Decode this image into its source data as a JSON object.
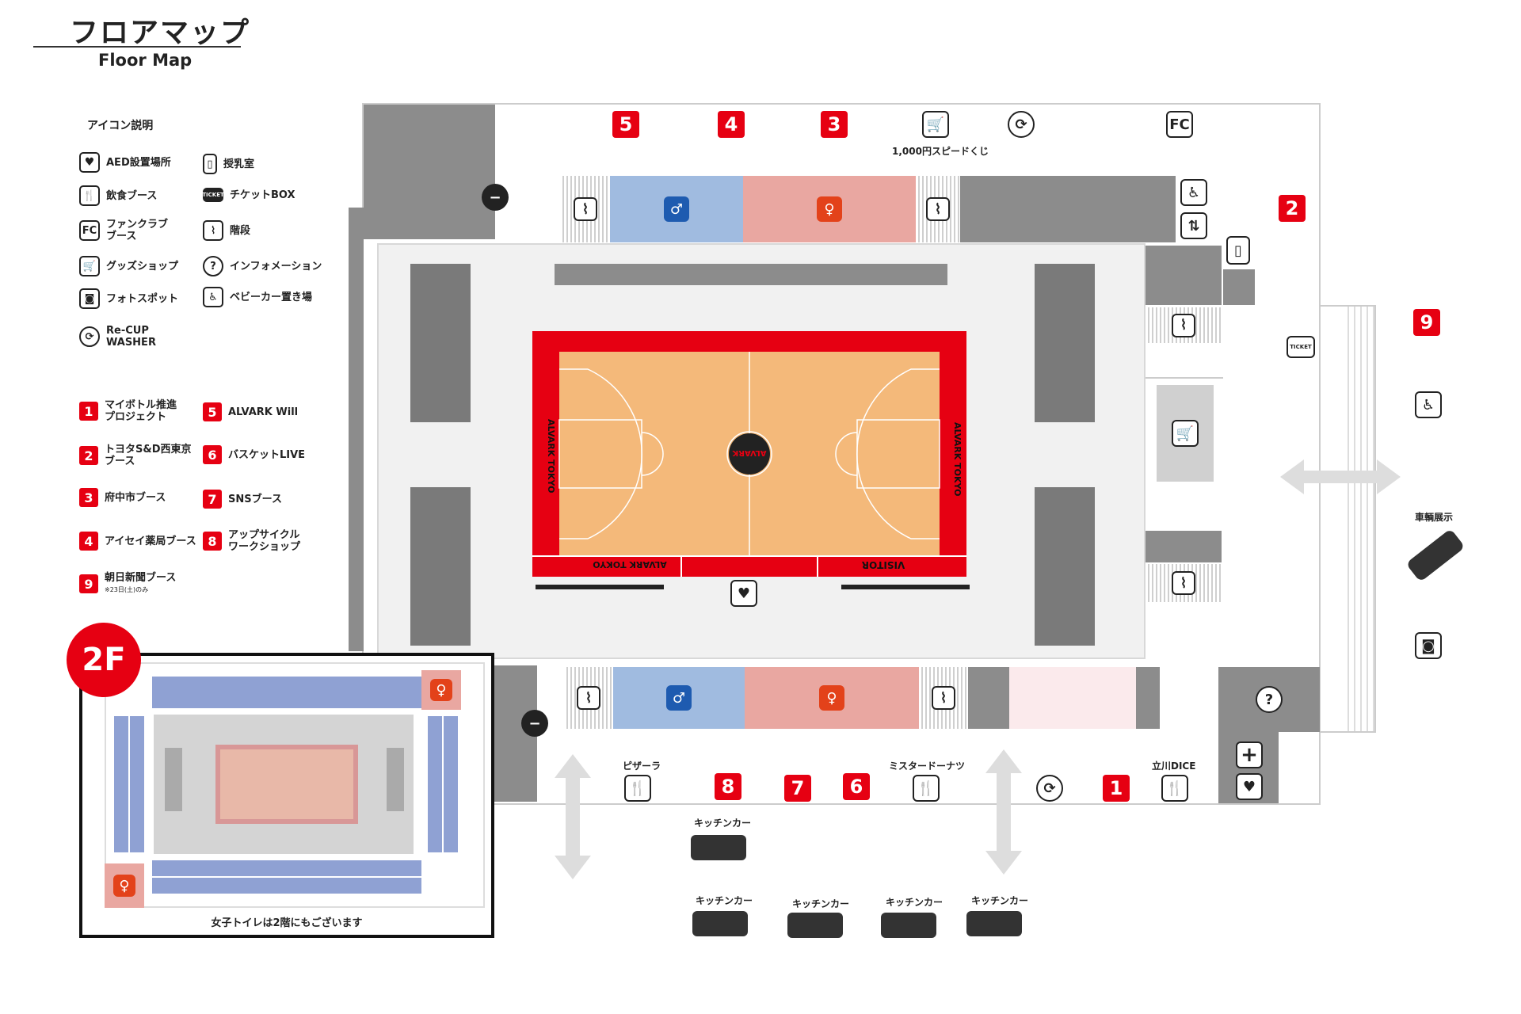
{
  "title": {
    "jp": "フロアマップ",
    "en": "Floor Map"
  },
  "legend": {
    "heading": "アイコン説明",
    "icons": [
      {
        "icon": "aed-icon",
        "label": "AED設置場所"
      },
      {
        "icon": "nursing-room-icon",
        "label": "授乳室"
      },
      {
        "icon": "food-icon",
        "label": "飲食ブース"
      },
      {
        "icon": "ticket-icon",
        "label": "チケットBOX"
      },
      {
        "icon": "fanclub-icon",
        "label": "ファンクラブ\nブース"
      },
      {
        "icon": "stairs-icon",
        "label": "階段"
      },
      {
        "icon": "cart-icon",
        "label": "グッズショップ"
      },
      {
        "icon": "info-icon",
        "label": "インフォメーション"
      },
      {
        "icon": "camera-icon",
        "label": "フォトスポット"
      },
      {
        "icon": "stroller-icon",
        "label": "ベビーカー置き場"
      },
      {
        "icon": "recup-icon",
        "label": "Re-CUP\nWASHER"
      }
    ],
    "booths": [
      {
        "num": "1",
        "label": "マイボトル推進\nプロジェクト"
      },
      {
        "num": "5",
        "label": "ALVARK Will"
      },
      {
        "num": "2",
        "label": "トヨタS&D西東京\nブース"
      },
      {
        "num": "6",
        "label": "バスケットLIVE"
      },
      {
        "num": "3",
        "label": "府中市ブース"
      },
      {
        "num": "7",
        "label": "SNSブース"
      },
      {
        "num": "4",
        "label": "アイセイ薬局ブース"
      },
      {
        "num": "8",
        "label": "アップサイクル\nワークショップ"
      },
      {
        "num": "9",
        "label": "朝日新聞ブース",
        "note": "※23日(土)のみ"
      }
    ]
  },
  "map": {
    "speed_lottery": "1,000円スピードくじ",
    "pizzeria": "ピザーラ",
    "misterdonut": "ミスタードーナツ",
    "tachikawa_dice": "立川DICE",
    "vehicle_display": "車輌展示",
    "kitchen_car": "キッチンカー",
    "court": {
      "left_text": "ALVARK TOKYO",
      "right_text": "ALVARK TOKYO",
      "bottom_left": "ALVARK TOKYO",
      "bottom_right": "VISITOR",
      "center_logo": "ALVARK"
    },
    "icons": {
      "fc": "FC",
      "ticket": "TICKET",
      "aed": "AED"
    }
  },
  "inset": {
    "floor": "2F",
    "note": "女子トイレは2階にもございます"
  },
  "colors": {
    "accent": "#e60012",
    "men_restroom": "#a0bbe0",
    "women_restroom": "#e9a7a1",
    "court": "#f4b97a",
    "wall": "#8c8c8c"
  }
}
